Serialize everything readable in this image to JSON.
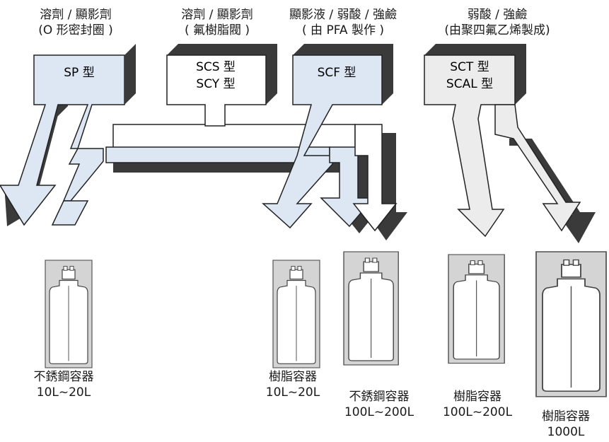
{
  "headers": [
    {
      "line1": "溶劑 / 顯影劑",
      "line2": "(O 形密封圈 )"
    },
    {
      "line1": "溶劑 / 顯影劑",
      "line2": "( 氟樹脂閥 )"
    },
    {
      "line1": "顯影液 / 弱酸 / 強鹼",
      "line2": "( 由 PFA 製作 )"
    },
    {
      "line1": "弱酸 / 強鹼",
      "line2": "(由聚四氟乙烯製成)"
    }
  ],
  "types": [
    {
      "line1": "SP 型",
      "line2": ""
    },
    {
      "line1": "SCS 型",
      "line2": "SCY 型"
    },
    {
      "line1": "SCF 型",
      "line2": ""
    },
    {
      "line1": "SCT 型",
      "line2": "SCAL 型"
    }
  ],
  "containers": [
    {
      "line1": "不銹鋼容器",
      "line2": "10L~20L"
    },
    {
      "line1": "樹脂容器",
      "line2": "10L~20L"
    },
    {
      "line1": "不銹鋼容器",
      "line2": "100L~200L"
    },
    {
      "line1": "樹脂容器",
      "line2": "100L~200L"
    },
    {
      "line1": "樹脂容器",
      "line2": "1000L"
    }
  ],
  "colors": {
    "blue_fill": "#dde6f3",
    "white_fill": "#ffffff",
    "gray_fill": "#ececec",
    "shadow": "#3a3a3a",
    "stroke": "#222222",
    "container_panel": "#d4d4d4"
  }
}
